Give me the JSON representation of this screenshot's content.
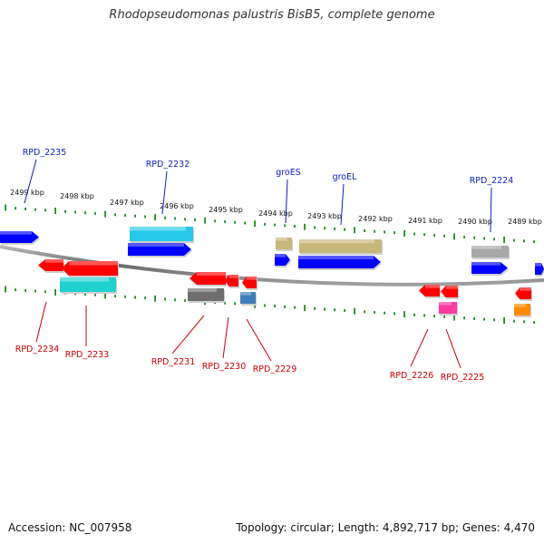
{
  "title": "Rhodopseudomonas palustris BisB5, complete genome",
  "footer": {
    "accession": "Accession: NC_007958",
    "summary": "Topology: circular; Length: 4,892,717 bp; Genes: 4,470"
  },
  "colors": {
    "background": "#ffffff",
    "backbone": "#8c8c8c",
    "tick": "#1f8a1f",
    "label_top": "#0a1fbf",
    "label_bottom": "#cc0000",
    "red": "#ff0000",
    "blue": "#0000ff",
    "cyan": "#25c8e8",
    "teal": "#20d0cf",
    "khaki": "#c7b77a",
    "gray": "#6e6e6e",
    "lightgray": "#a8a8a8",
    "steelblue": "#3f7fb8",
    "magenta": "#ff3aa0",
    "orange": "#ff8a00"
  },
  "ticks": {
    "upper": [
      "2499 kbp",
      "2498 kbp",
      "2497 kbp",
      "2496 kbp",
      "2495 kbp",
      "2494 kbp",
      "2493 kbp",
      "2492 kbp",
      "2491 kbp",
      "2490 kbp",
      "2489 kbp"
    ]
  },
  "labels": {
    "top": [
      "RPD_2235",
      "RPD_2232",
      "groES",
      "groEL",
      "RPD_2224"
    ],
    "bottom": [
      "RPD_2234",
      "RPD_2233",
      "RPD_2231",
      "RPD_2230",
      "RPD_2229",
      "RPD_2226",
      "RPD_2225"
    ]
  }
}
